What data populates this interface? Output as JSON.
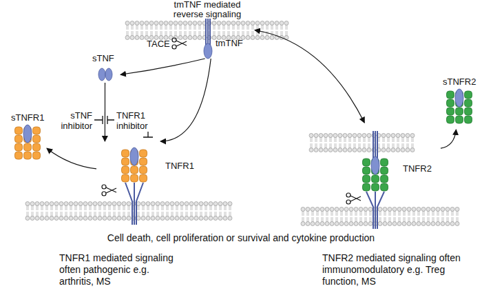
{
  "diagram": {
    "nodes": [
      {
        "text": [
          "tmTNF"
        ]
      },
      {
        "text": [
          "sTNF"
        ]
      },
      {
        "text": [
          "TNFR1"
        ]
      },
      {
        "text": [
          "sTNFR1"
        ]
      },
      {
        "text": [
          "TNFR2"
        ]
      },
      {
        "text": [
          "sTNFR2"
        ]
      }
    ],
    "edges": [
      {
        "from": 0,
        "to": 1,
        "arrow": "to"
      },
      {
        "from": 1,
        "to": 2,
        "arrow": "to"
      },
      {
        "from": 0,
        "to": 2,
        "arrow": "to"
      },
      {
        "from": 0,
        "to": 4,
        "arrow": "both"
      },
      {
        "from": 2,
        "to": 3,
        "arrow": "to"
      },
      {
        "from": 4,
        "to": 5,
        "arrow": "to"
      }
    ],
    "labels": [
      "tmTNF mediated reverse signaling",
      "TACE",
      "sTNF inhibitor",
      "TNFR1 inhibitor",
      "Cell death, cell proliferation or survival and cytokine production",
      "TNFR1 mediated signaling often pathogenic e.g. arthritis, MS",
      "TNFR2 mediated signaling often immunomodulatory e.g. Treg function, MS"
    ]
  }
}
